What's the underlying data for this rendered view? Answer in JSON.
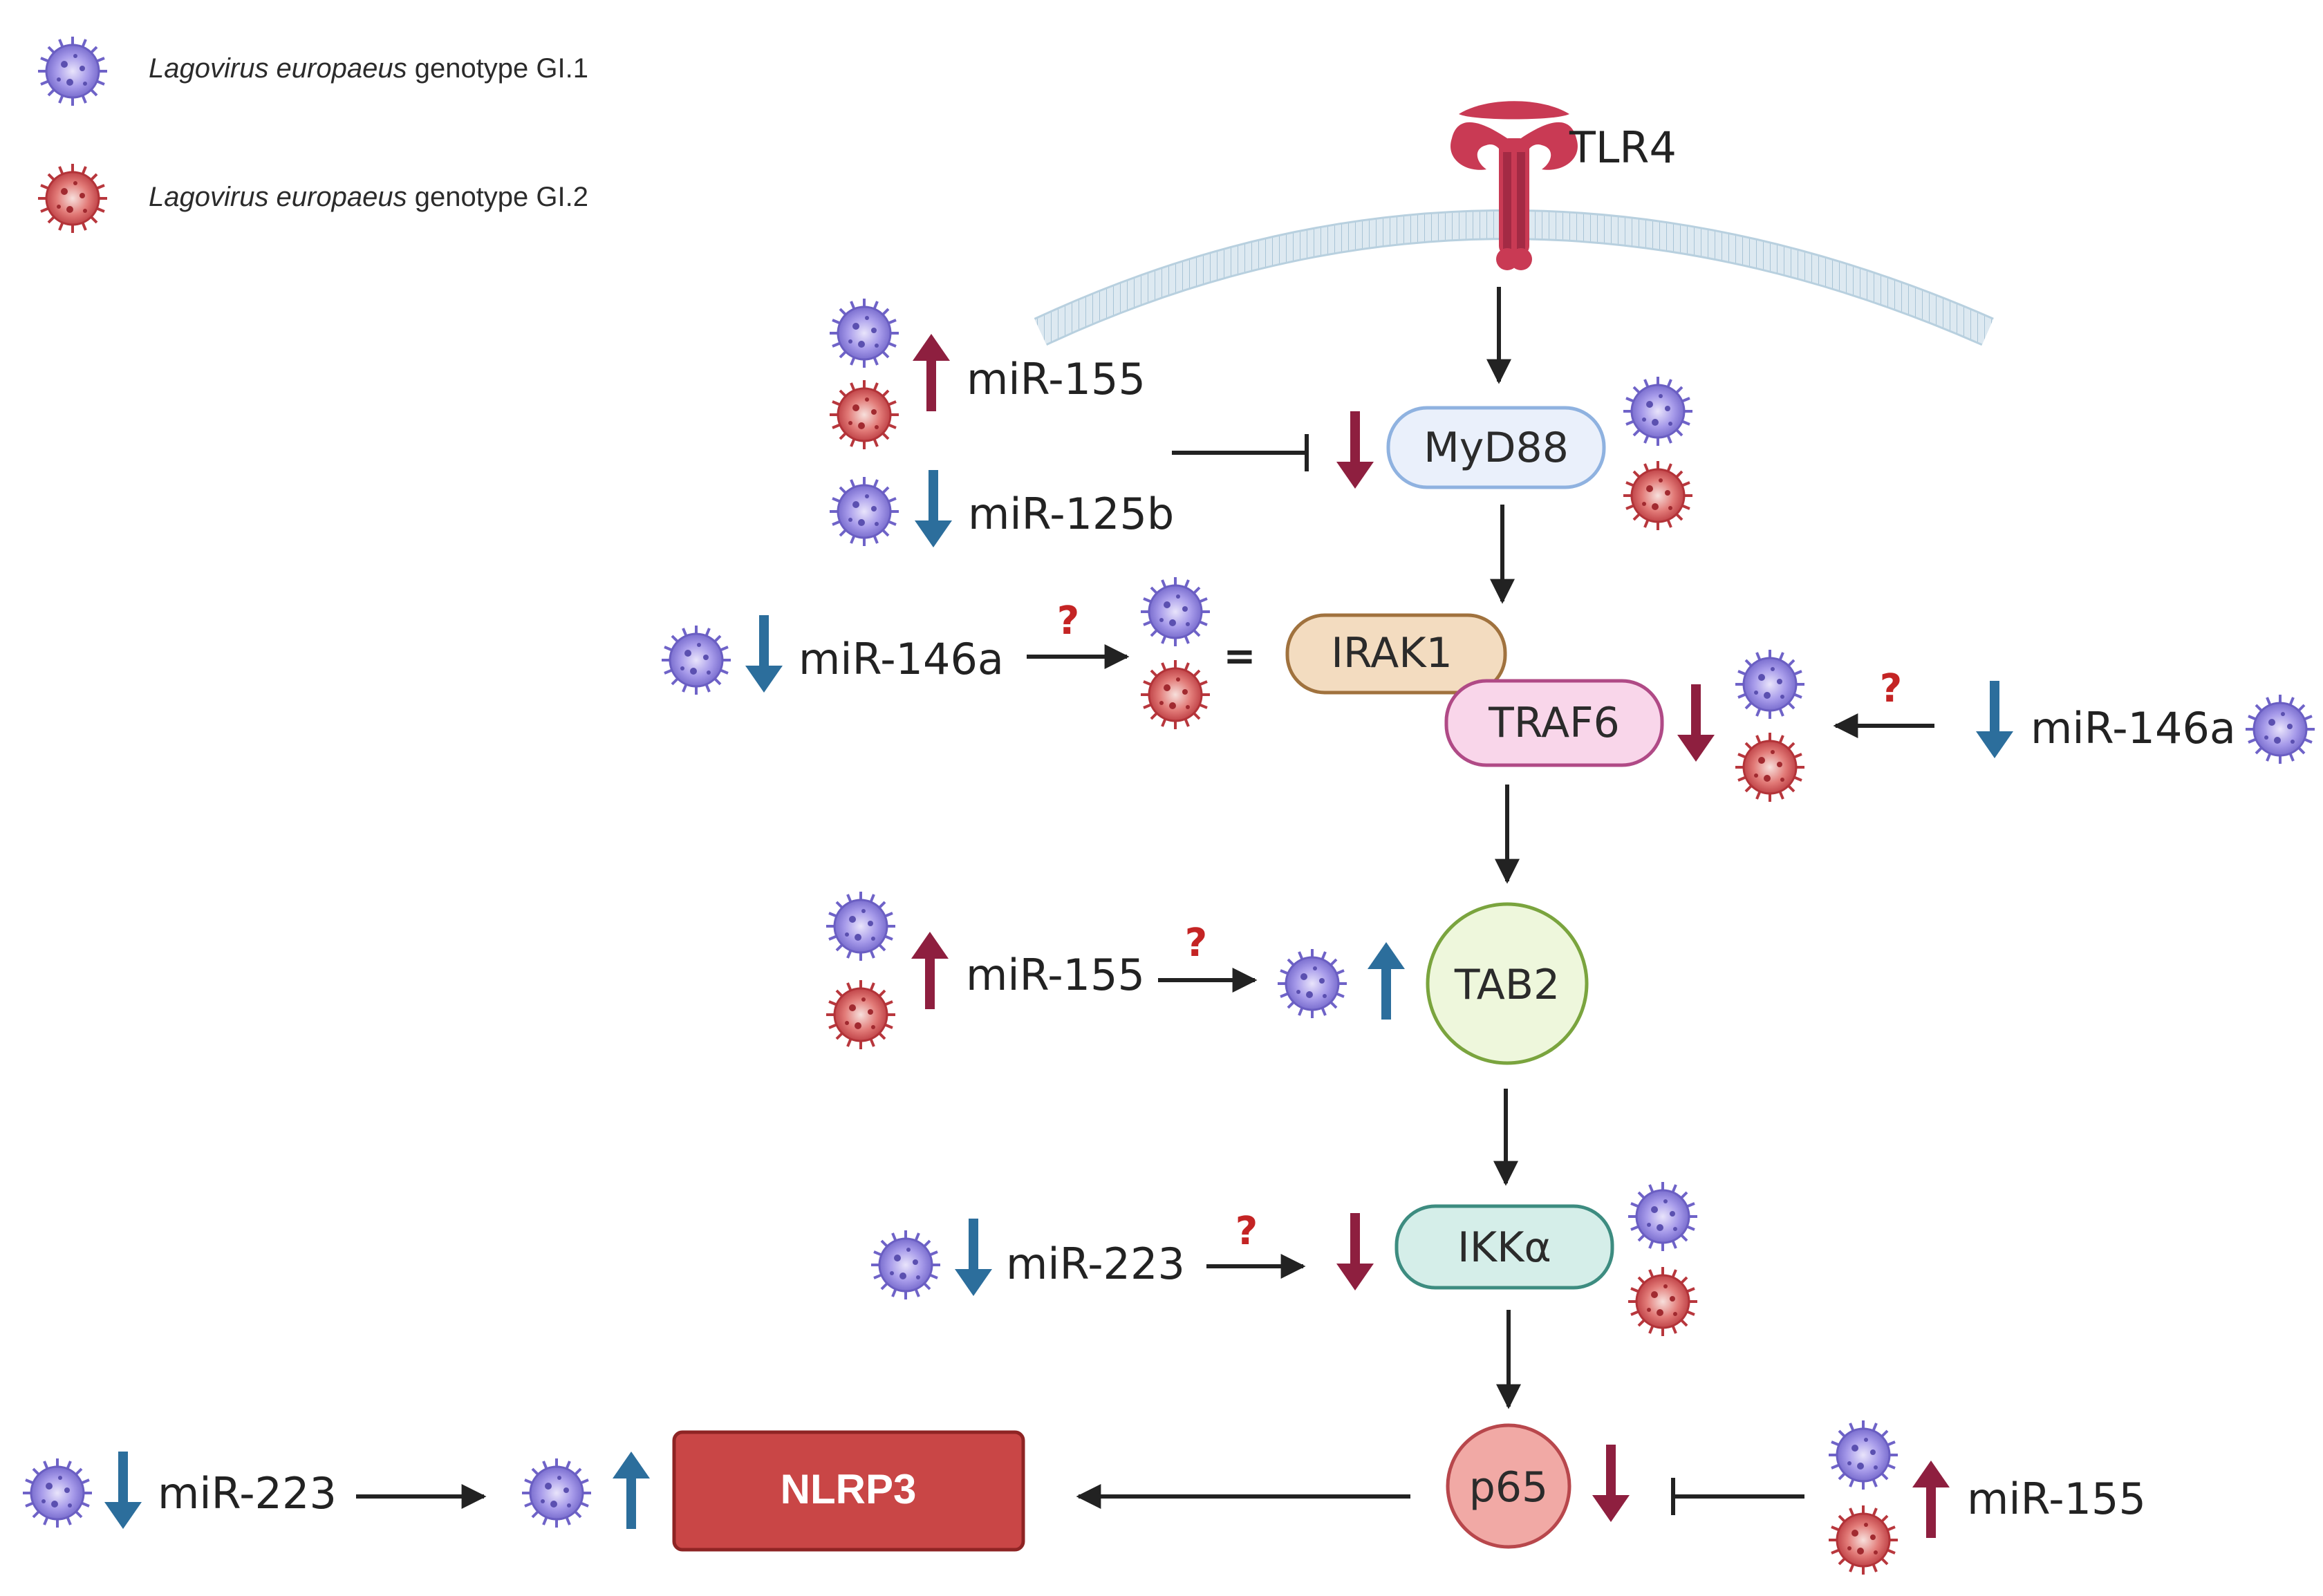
{
  "colors": {
    "gi1_virus": "#8a80d8",
    "gi2_virus": "#d35a5e",
    "up_arrow": "#8e1f3f",
    "down_arrow": "#2c6e9c",
    "receptor": "#c93a54",
    "membrane": "#cfe2ec",
    "nlrp3_fill": "#c94646",
    "question": "#c42424"
  },
  "legend": {
    "gi1_species": "Lagovirus europaeus",
    "gi1_genotype": " genotype GI.1",
    "gi2_species": "Lagovirus europaeus",
    "gi2_genotype": " genotype GI.2"
  },
  "nodes": {
    "tlr4": "TLR4",
    "myd88": "MyD88",
    "irak1": "IRAK1",
    "traf6": "TRAF6",
    "tab2": "TAB2",
    "ikka": "IKKα",
    "p65": "p65",
    "nlrp3": "NLRP3"
  },
  "mirnas": {
    "mir155_top": "miR-155",
    "mir125b": "miR-125b",
    "mir146a_left": "miR-146a",
    "mir146a_right": "miR-146a",
    "mir155_mid": "miR-155",
    "mir223_mid": "miR-223",
    "mir223_bottom": "miR-223",
    "mir155_bottom": "miR-155"
  },
  "symbols": {
    "question": "?",
    "equals": "="
  },
  "icons": [
    "gi1-virus-icon",
    "gi2-virus-icon",
    "up-arrow-icon",
    "down-arrow-icon",
    "tlr4-receptor-icon"
  ]
}
